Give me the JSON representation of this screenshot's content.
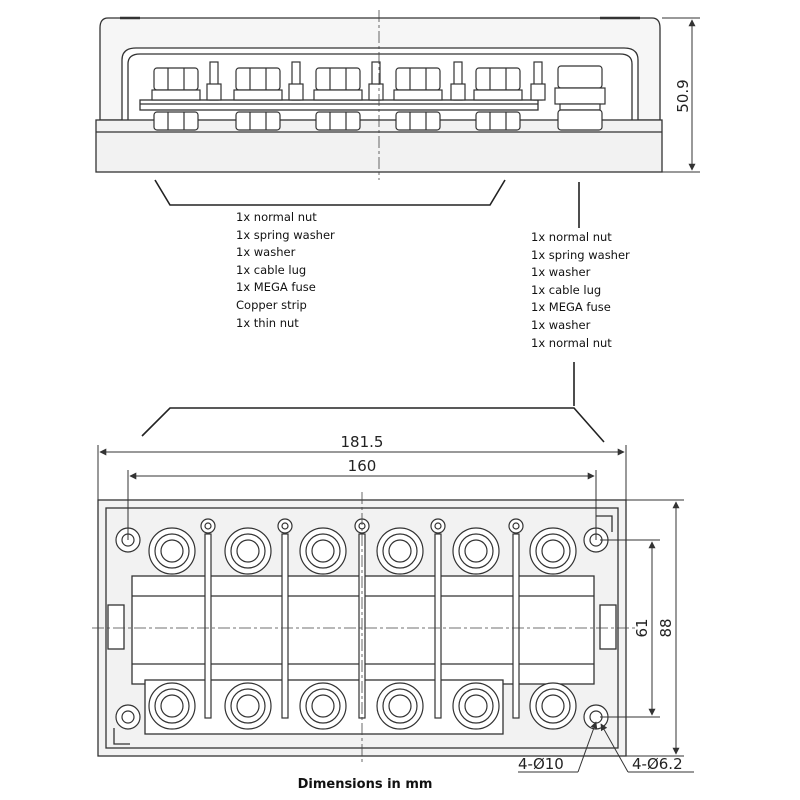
{
  "parts_group_left": {
    "items": [
      "1x normal nut",
      "1x spring washer",
      "1x washer",
      "1x cable lug",
      "1x MEGA fuse",
      "Copper strip",
      "1x thin nut"
    ]
  },
  "parts_group_right": {
    "items": [
      "1x normal nut",
      "1x spring washer",
      "1x washer",
      "1x cable lug",
      "1x MEGA fuse",
      "1x washer",
      "1x normal nut"
    ]
  },
  "dimensions": {
    "height_side": "50.9",
    "overall_width": "181.5",
    "hole_spacing_width": "160",
    "hole_spacing_height": "61",
    "overall_height": "88",
    "large_hole_callout": "4-Ø10",
    "small_hole_callout": "4-Ø6.2"
  },
  "caption": "Dimensions in mm",
  "colors": {
    "line": "#333333",
    "fill_body": "#f2f2f2",
    "fill_light": "#ffffff"
  }
}
